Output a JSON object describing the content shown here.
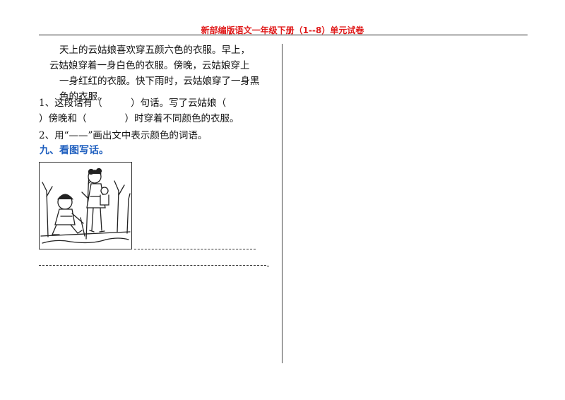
{
  "header": {
    "title": "新部编版语文一年级下册（1--8）单元试卷"
  },
  "passage": {
    "lines": [
      "天上的云姑娘喜欢穿五颜六色的衣服。早上，",
      "云姑娘穿着一身白色的衣服。傍晚，云姑娘穿上",
      "一身红红的衣服。快下雨时，云姑娘穿了一身黑",
      "色的衣服。"
    ]
  },
  "questions": {
    "q1_line1": "1、这段话有（　　　）句话。写了云姑娘（",
    "q1_line2": "）傍晚和（　　　　）时穿着不同颜色的衣服。",
    "q2": "2、用“——”画出文中表示颜色的词语。"
  },
  "section9": {
    "heading": "九、看图写话。"
  },
  "colors": {
    "header_red": "#e01b1b",
    "section_blue": "#1f5fbf"
  }
}
